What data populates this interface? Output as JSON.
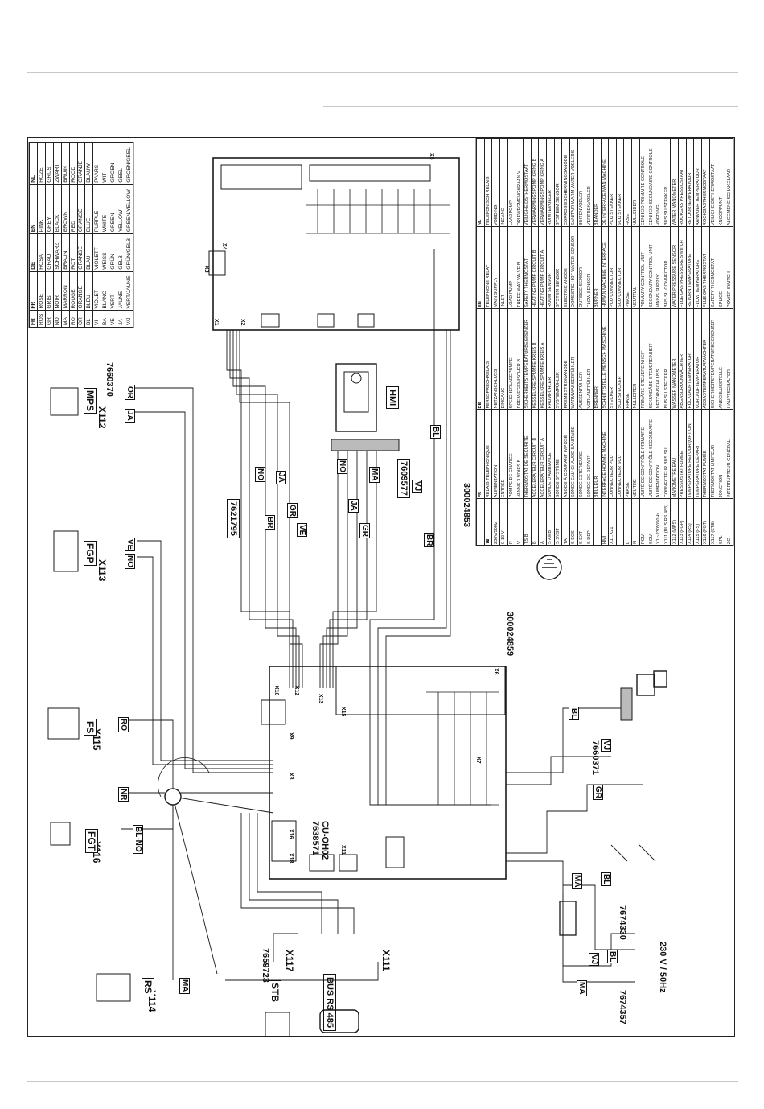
{
  "diagram_codes": {
    "c1": "7660370",
    "c2": "7621795",
    "c3": "7609577",
    "c4": "300024853",
    "c5": "300024859",
    "c6": "7660371",
    "c7": "7674330",
    "c8": "7659723",
    "c9": "7674357",
    "c10": "7638571"
  },
  "board_label": "CU-OH02",
  "supply_label": "230 V / 50Hz",
  "bus_label": "BUS RS 485",
  "hmi_label": "HMI",
  "connectors": [
    "X112",
    "X113",
    "X115",
    "X116",
    "X114",
    "X117",
    "X111",
    "X1",
    "X2",
    "X3",
    "X4",
    "X5",
    "X6",
    "X7",
    "X8",
    "X9",
    "X10",
    "X12",
    "X13",
    "X15",
    "X16",
    "X18",
    "X11"
  ],
  "sensors": [
    "MPS",
    "FGP",
    "FS",
    "FGT",
    "RS",
    "STB"
  ],
  "wire_codes": [
    "OR",
    "JA",
    "NO",
    "VE",
    "RO",
    "NR",
    "BL",
    "MA",
    "GR",
    "BR",
    "VJ",
    "BL-NO"
  ],
  "colors": {
    "line": "#1a1a1a",
    "rule": "#c8c8c8",
    "legend_bg": "#ffffff"
  },
  "color_legend": {
    "headers": [
      "FR",
      "FR",
      "DE",
      "EN",
      "NL"
    ],
    "rows": [
      [
        "ROS",
        "ROSE",
        "ROSA",
        "PINK",
        "ROZE"
      ],
      [
        "GR",
        "GRIS",
        "GRAU",
        "GREY",
        "GRIJS"
      ],
      [
        "NO",
        "NOIR",
        "SCHWARZ",
        "BLACK",
        "ZWART"
      ],
      [
        "MA",
        "MARRON",
        "BRAUN",
        "BROWN",
        "BRUIN"
      ],
      [
        "RO",
        "ROUGE",
        "ROT",
        "RED",
        "ROOD"
      ],
      [
        "OR",
        "ORANGE",
        "ORANGE",
        "ORANGE",
        "ORANJE"
      ],
      [
        "BL",
        "BLEU",
        "BLAU",
        "BLUE",
        "BLAUW"
      ],
      [
        "VI",
        "VIOLET",
        "VIOLETT",
        "PURPLE",
        "PAARS"
      ],
      [
        "BA",
        "BLANC",
        "WEISS",
        "WHITE",
        "WIT"
      ],
      [
        "VE",
        "VERT",
        "GRÜN",
        "GREEN",
        "GROEN"
      ],
      [
        "JA",
        "JAUNE",
        "GELB",
        "YELLOW",
        "GEEL"
      ],
      [
        "V/J",
        "VERT/JAUNE",
        "GRÜN/GELB",
        "GREEN/YELLOW",
        "GROEN/GEEL"
      ]
    ]
  },
  "legend": {
    "headers": [
      "",
      "FR",
      "DE",
      "EN",
      "NL"
    ],
    "rows": [
      [
        "☎",
        "RELAIS TELEPHONIQUE",
        "FERNSPRECHRELAIS",
        "TELEPHONE RELAY",
        "TELEFONISCH RELAIS"
      ],
      [
        "230V/50Hz",
        "ALIMENTATION",
        "NETZANSCHLUSS",
        "MAIN SUPPLY",
        "VOEDING"
      ],
      [
        "0-10 V",
        "ENTRÉE",
        "EINGANG",
        "INLET",
        "INGANG"
      ],
      [
        "P",
        "POMPE DE CHARGE",
        "SPEICHERLADEPUMPE",
        "LOAD PUMP",
        "LAADPOMP"
      ],
      [
        "V",
        "VANNE 3 VOIES B",
        "DREIWEGEMISCHER B",
        "THREE WAY VALVE B",
        "DRIEWEGMENGKRAAN V"
      ],
      [
        "TS B",
        "THERMOSTAT DE SÉCURITÉ",
        "SICHERHEITSTEMPERATURBEGRENZER",
        "SAFETY THERMOSTAT",
        "VEILIGHEIDSTHERMOSTAAT"
      ],
      [
        "B",
        "ACCÉLÉRATEUR CIRCUIT B",
        "KESSELKREISPUMPE KREIS B",
        "HEATING PUMP CIRCUIT B",
        "VERWARMINGSPOMP KRING B"
      ],
      [
        "A",
        "ACCÉLÉRATEUR CIRCUIT A",
        "KESSELKREISPUMPE KREIS A",
        "HEATING PUMP CIRCUIT A",
        "VERWARMINGSPOMP KRING A"
      ],
      [
        "S AMB",
        "SONDE D'AMBIANCE",
        "RAUMFÜHLER",
        "ROOM SENSOR",
        "RUIMTEVOELER"
      ],
      [
        "S SYST",
        "SONDE SYSTÈME",
        "SYSTEMFÜHLER",
        "SYSTEM SENSOR",
        "SYSTEEM SENSOR"
      ],
      [
        "TA",
        "ANODE À COURANT IMPOSÉ",
        "FREMDSTROMANODE",
        "ELECTRIC ANODE",
        "CORROSIESCHERMINGSANODE"
      ],
      [
        "S ECS",
        "SONDE EAU CHAUDE SANITAIRE",
        "WARMWASSERFÜHLER",
        "DOMESTIC HOT WATER SENSOR",
        "SANITAIR WARM WATER VOELERS"
      ],
      [
        "S EXT",
        "SONDE EXTÉRIEURE",
        "AUSSENFÜHLER",
        "OUTSIDE SENSOR",
        "BUITENVOELER"
      ],
      [
        "S DEP",
        "SONDE DE DÉPART",
        "VORLAUFFÜHLER",
        "FLOW SENSOR",
        "VERTREKVOELER"
      ],
      [
        "",
        "BRÛLEUR",
        "BRENNER",
        "BURNER",
        "BRANDER"
      ],
      [
        "HMI",
        "INTERFACE HOMME MACHINE",
        "SCHNITTSTELLE MENSCH MASCHINE",
        "HUMAN MACHINE INTERFACE",
        "DE INTERFACE MAN MACHINE"
      ],
      [
        "X1...X21",
        "CONNECTEUR PCU",
        "STECKER",
        "PCU CONNECTOR",
        "PCU STEKKER"
      ],
      [
        "",
        "CONNECTEUR SCU",
        "SCU-STECKER",
        "SCU CONNECTOR",
        "SCU STEKKER"
      ],
      [
        "L",
        "PHASE",
        "PHASE",
        "PHASE",
        "FASE"
      ],
      [
        "N",
        "NEUTRE",
        "NULLEITER",
        "NEUTRAL",
        "NULLEIDER"
      ],
      [
        "PCU",
        "UNITÉ DE CONTRÔLE PRIMAIRE",
        "PRIMÄRE STEUEREINHEIT",
        "PRIMARY CONTROL UNIT",
        "EENHEID PRIMAIRE CONTROLE"
      ],
      [
        "SCU",
        "UNITÉ DE CONTRÔLE SECONDAIRE",
        "SEKUNDÄRE STEUEREINHEIT",
        "SECONDARY CONTROL UNIT",
        "EENHEID SECUNDAIRE CONTROLE"
      ],
      [
        "X1 ~230V/50Hz",
        "ALIMENTATION",
        "NETZANSCHLUSS",
        "MAINS SUPPLY",
        "VOEDING"
      ],
      [
        "X111 (BUS RS 485)",
        "CONNECTEUR BUS SU",
        "BUS SU STECKER",
        "BUS SU CONNECTOR",
        "BUS SU STEKKER"
      ],
      [
        "X112 (MPS)",
        "MANOMETRE EAU",
        "WASSER MANOMETER",
        "WATER PRESSURE SENSOR",
        "WATER MANOMETER"
      ],
      [
        "X113 (FGP)",
        "PRESSOSTAT FUMÉE",
        "ABGASDRUCKWÄCHTER",
        "FLUE GAS PRESSURE SWITCH",
        "ROOKGAS PRESSOSTAAT"
      ],
      [
        "X114 (RS)",
        "TEMPÉRATURE RETOUR (OPTION)",
        "RÜCKLAUFTEMPERATUR",
        "RETURN TEMPERATURE",
        "RETOURTEMPERATUUR"
      ],
      [
        "X115 (FS)",
        "TEMPÉRATURE DÉPART",
        "VORLAUFTEMPERATUR",
        "FLOW TEMPERATURE",
        "AANVOER TEMPERATUUR"
      ],
      [
        "X116 (FGT)",
        "THERMOSTAT FUMÉE",
        "ABGASTEMPERATURWÄCHTER",
        "FLUE GAS THERMOSTAT",
        "ROOKGASTHERMOSTAAT"
      ],
      [
        "X117 (STB)",
        "THERMOSTAT LIMITEUR",
        "SICHERHEITSTEMPERATURBEGRENZER",
        "SAFETY THERMOSTAT",
        "VEILIGHEIDSTHERMOSTAAT"
      ],
      [
        "SPL",
        "JONCTION",
        "ANSCHLUSSTELLE",
        "SPLICE",
        "KNOOPPUNT"
      ],
      [
        "ZG",
        "INTERRUPTEUR GÉNÉRAL",
        "HAUPTSCHALTER",
        "POWER SWITCH",
        "ALGEMENE SCHAKELAAR"
      ]
    ]
  }
}
